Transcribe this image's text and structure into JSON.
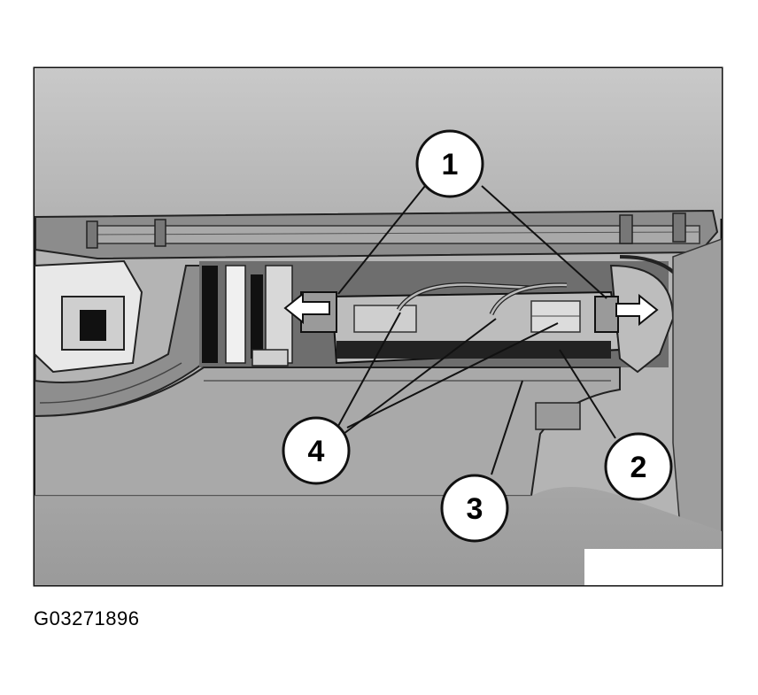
{
  "figure": {
    "id": "G03271896",
    "callouts": [
      {
        "number": "1"
      },
      {
        "number": "2"
      },
      {
        "number": "3"
      },
      {
        "number": "4"
      }
    ]
  }
}
